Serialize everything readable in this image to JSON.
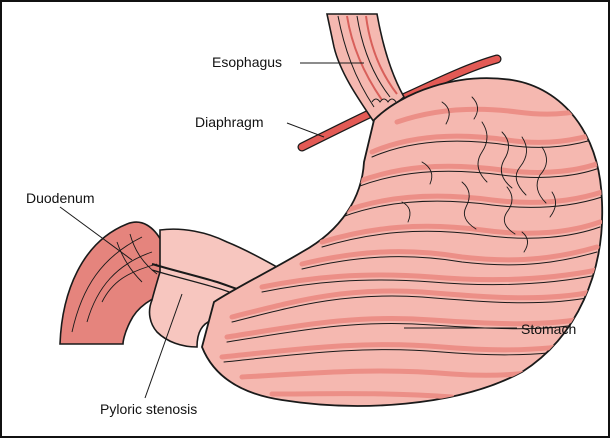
{
  "labels": {
    "esophagus": "Esophagus",
    "diaphragm": "Diaphragm",
    "duodenum": "Duodenum",
    "stomach": "Stomach",
    "pyloric_stenosis": "Pyloric stenosis"
  },
  "colors": {
    "tissue_light": "#f5b8b0",
    "tissue_mid": "#ec8f87",
    "tissue_dark": "#e06a63",
    "outline": "#1a1a1a",
    "diaphragm": "#e35a55"
  }
}
